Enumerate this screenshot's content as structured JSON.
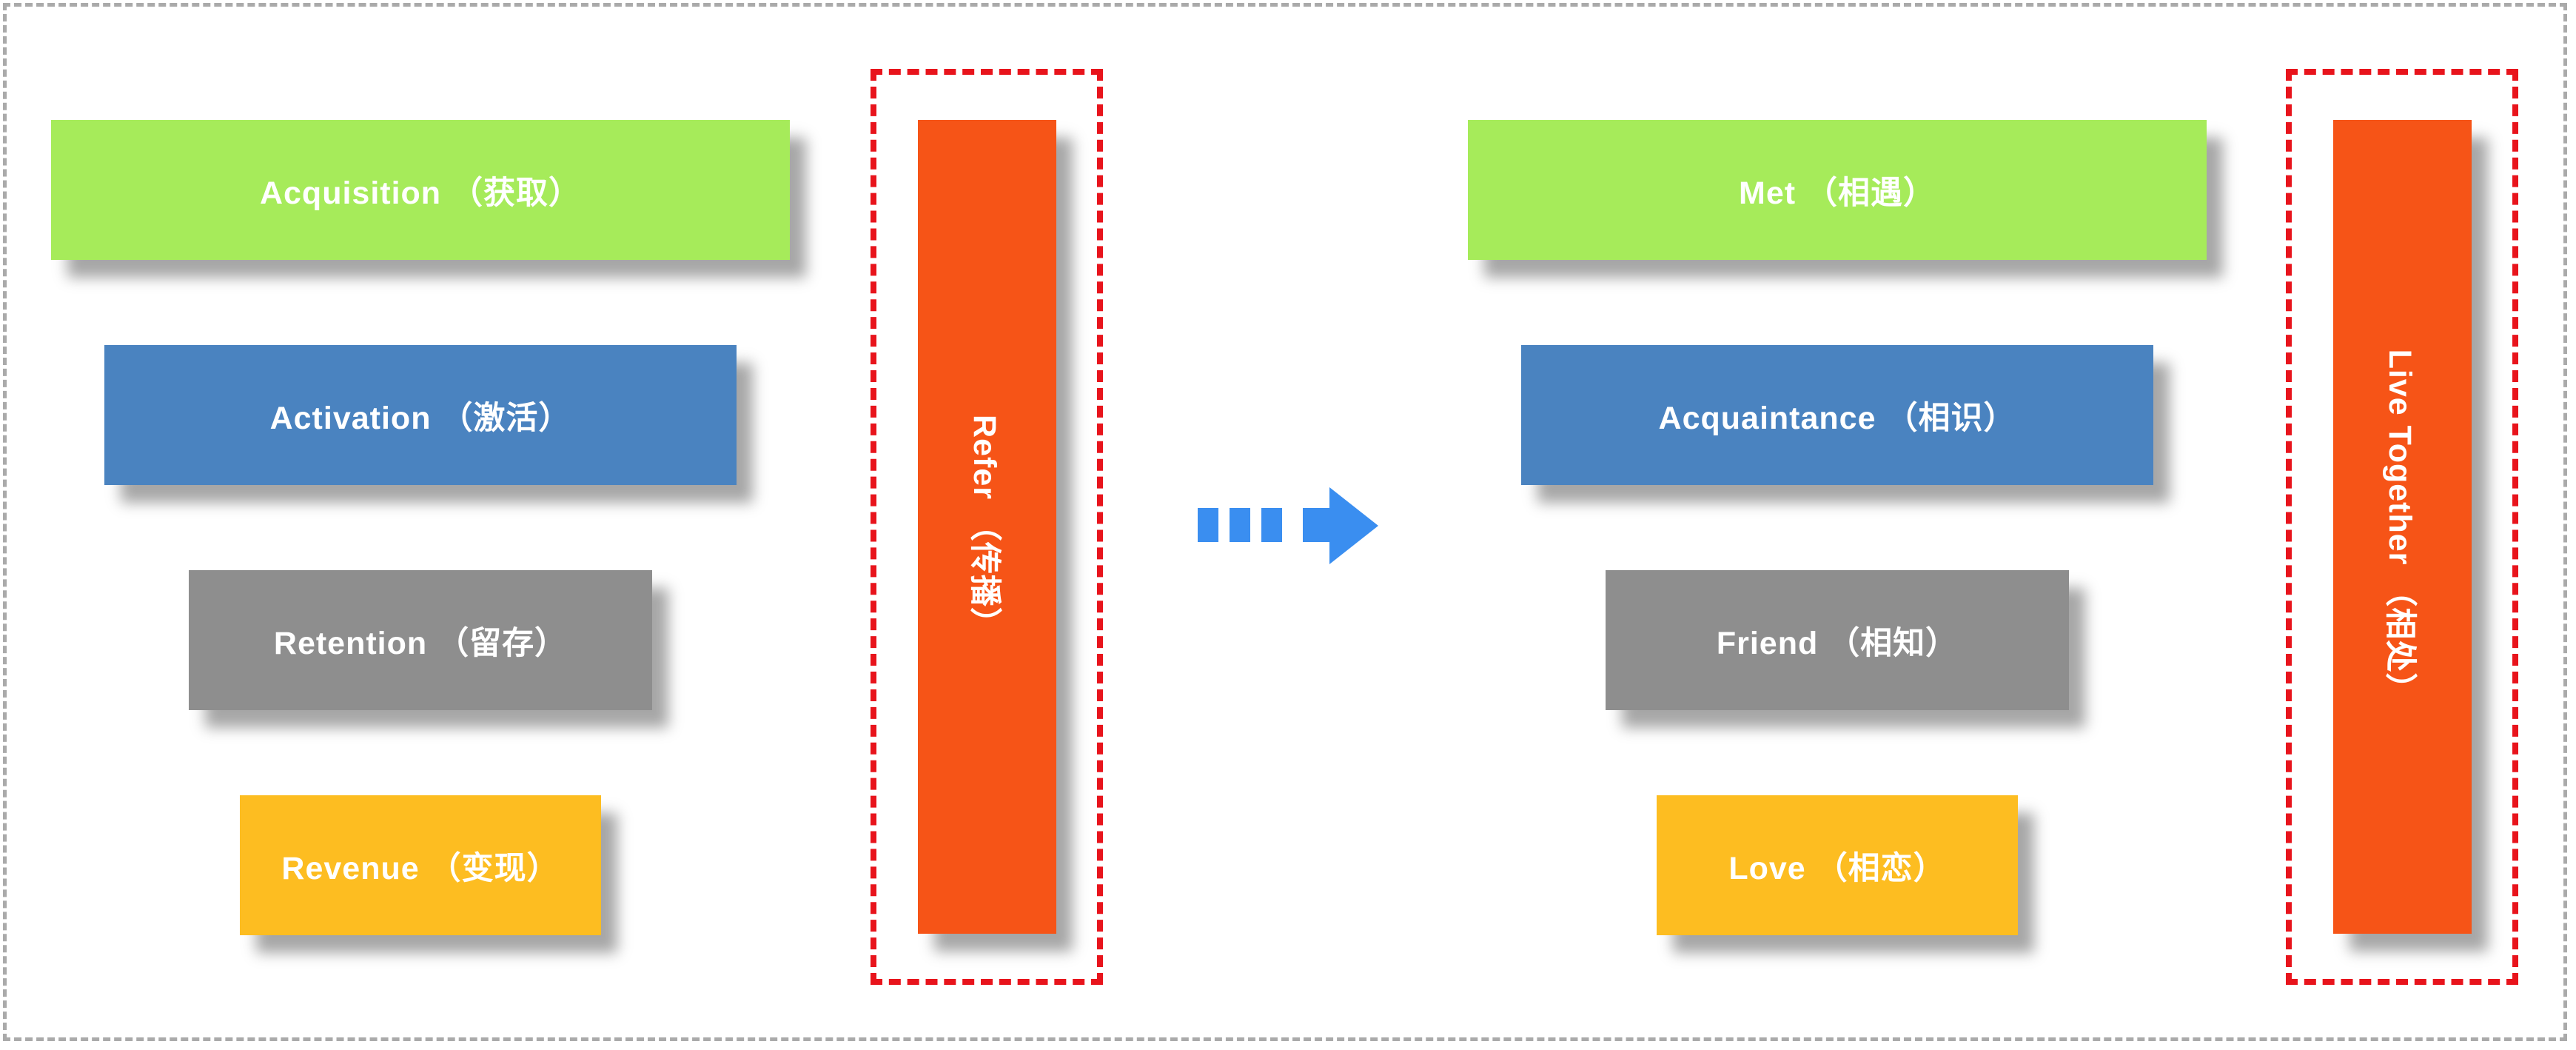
{
  "left": {
    "acquisition": "Acquisition （获取）",
    "activation": "Activation （激活）",
    "retention": "Retention （留存）",
    "revenue": "Revenue （变现）",
    "refer": "Refer （传播）"
  },
  "right": {
    "met": "Met （相遇）",
    "acquaintance": "Acquaintance （相识）",
    "friend": "Friend （相知）",
    "love": "Love （相恋）",
    "live_together": "Live Together （相处）"
  },
  "colors": {
    "green": "#a6eb5a",
    "blue": "#4a83c0",
    "gray": "#8e8e8e",
    "yellow": "#fdbd21",
    "orange": "#f65417",
    "arrow": "#3a8ef0",
    "highlight": "#e8141c",
    "frame": "#aaaaaa"
  },
  "icons": {
    "arrow": "dashed-right-arrow-icon"
  }
}
